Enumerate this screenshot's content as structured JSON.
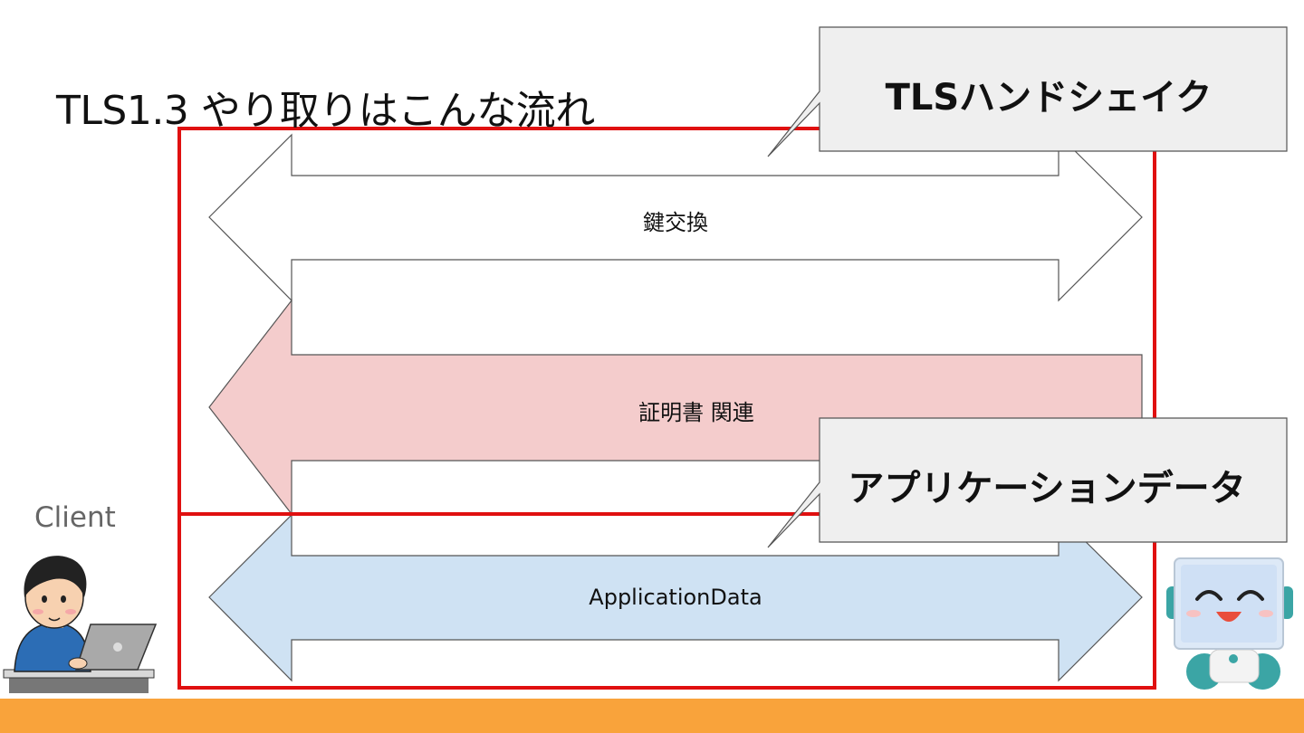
{
  "slide": {
    "title": "TLS1.3 やり取りはこんな流れ",
    "client_label": "Client"
  },
  "arrows": {
    "key_exchange": "鍵交換",
    "certificate": "証明書 関連",
    "application_data": "ApplicationData"
  },
  "callouts": {
    "handshake": "TLSハンドシェイク",
    "app_data": "アプリケーションデータ"
  },
  "colors": {
    "frame_red": "#e01010",
    "cert_arrow_fill": "#f4cccc",
    "appdata_arrow_fill": "#cfe2f3",
    "callout_fill": "#efefef",
    "footer_orange": "#f9a33b"
  },
  "icons": {
    "client": "person-at-laptop-icon",
    "server": "smiling-server-robot-icon"
  }
}
